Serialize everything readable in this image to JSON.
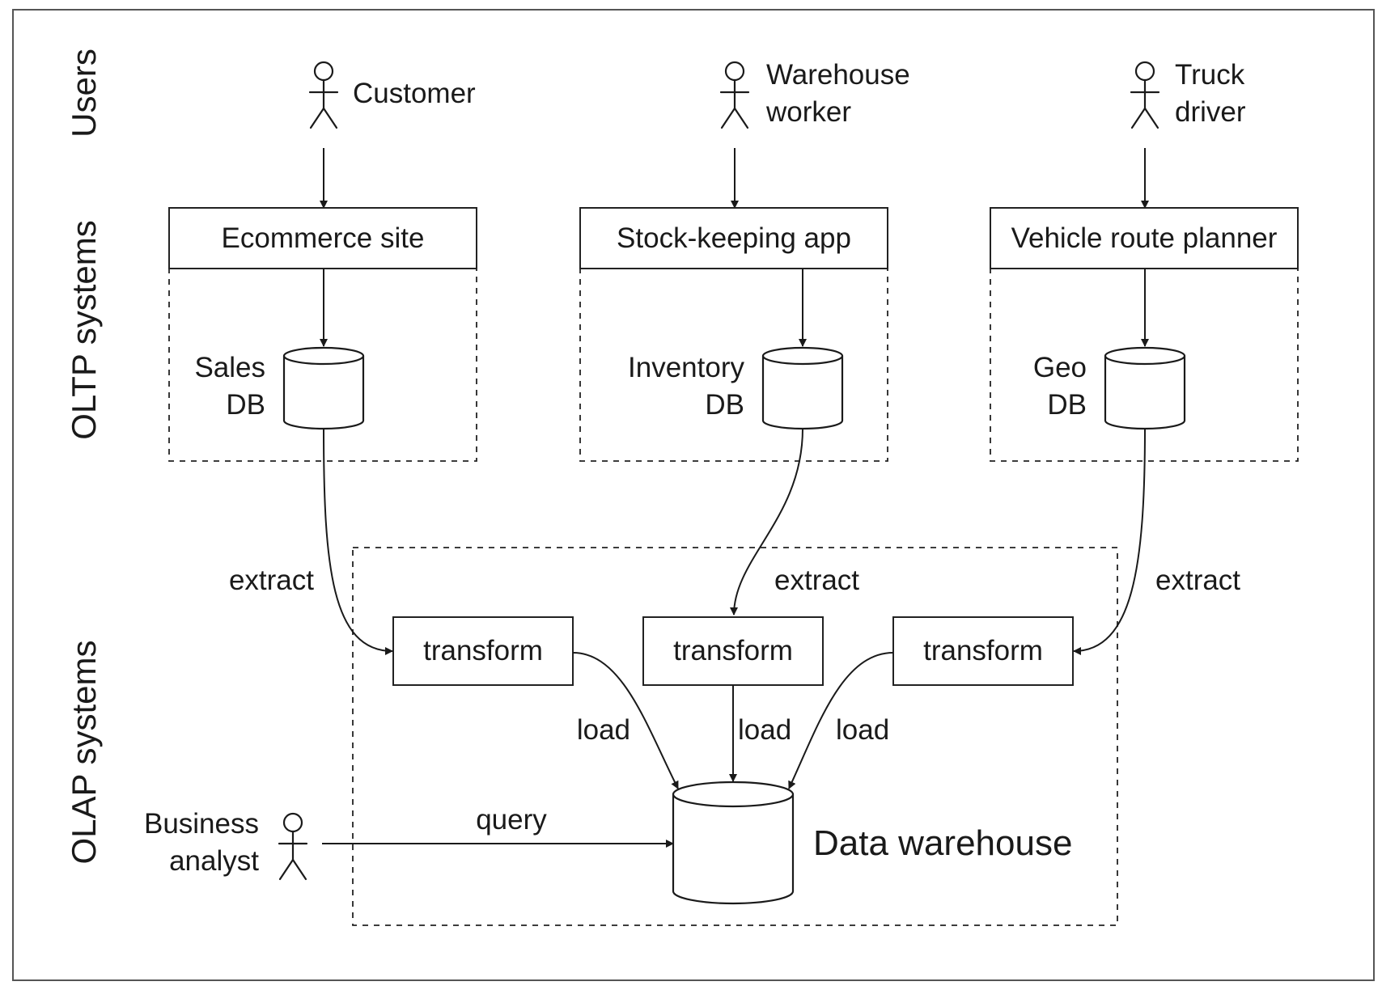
{
  "sections": {
    "users": "Users",
    "oltp": "OLTP systems",
    "olap": "OLAP systems"
  },
  "actors": {
    "customer": [
      "Customer"
    ],
    "warehouse_worker": [
      "Warehouse",
      "worker"
    ],
    "truck_driver": [
      "Truck",
      "driver"
    ],
    "business_analyst": [
      "Business",
      "analyst"
    ]
  },
  "systems": {
    "ecommerce": "Ecommerce site",
    "stock": "Stock-keeping app",
    "vehicle": "Vehicle route planner"
  },
  "databases": {
    "sales": [
      "Sales",
      "DB"
    ],
    "inventory": [
      "Inventory",
      "DB"
    ],
    "geo": [
      "Geo",
      "DB"
    ],
    "warehouse": "Data warehouse"
  },
  "edges": {
    "extract": "extract",
    "transform": "transform",
    "load": "load",
    "query": "query"
  }
}
